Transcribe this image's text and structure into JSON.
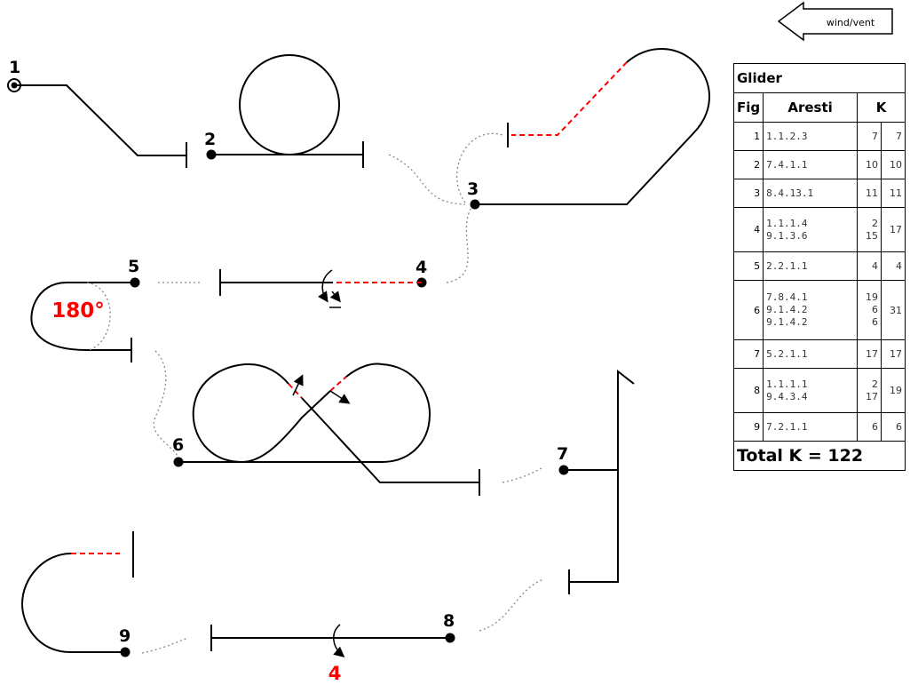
{
  "wind": {
    "label": "wind/vent"
  },
  "figure_numbers": [
    "1",
    "2",
    "3",
    "4",
    "5",
    "6",
    "7",
    "8",
    "9"
  ],
  "annotations": {
    "turn_180": "180°",
    "rolls_9": "4"
  },
  "table": {
    "title": "Glider",
    "headers": {
      "fig": "Fig",
      "aresti": "Aresti",
      "k": "K"
    },
    "rows": [
      {
        "fig": "1",
        "aresti": [
          "1.1.2.3"
        ],
        "k": [
          "7"
        ],
        "total": "7"
      },
      {
        "fig": "2",
        "aresti": [
          "7.4.1.1"
        ],
        "k": [
          "10"
        ],
        "total": "10"
      },
      {
        "fig": "3",
        "aresti": [
          "8.4.13.1"
        ],
        "k": [
          "11"
        ],
        "total": "11"
      },
      {
        "fig": "4",
        "aresti": [
          "1.1.1.4",
          "9.1.3.6"
        ],
        "k": [
          "2",
          "15"
        ],
        "total": "17"
      },
      {
        "fig": "5",
        "aresti": [
          "2.2.1.1"
        ],
        "k": [
          "4"
        ],
        "total": "4"
      },
      {
        "fig": "6",
        "aresti": [
          "7.8.4.1",
          "9.1.4.2",
          "9.1.4.2"
        ],
        "k": [
          "19",
          "6",
          "6"
        ],
        "total": "31"
      },
      {
        "fig": "7",
        "aresti": [
          "5.2.1.1"
        ],
        "k": [
          "17"
        ],
        "total": "17"
      },
      {
        "fig": "8",
        "aresti": [
          "1.1.1.1",
          "9.4.3.4"
        ],
        "k": [
          "2",
          "17"
        ],
        "total": "19"
      },
      {
        "fig": "9",
        "aresti": [
          "7.2.1.1"
        ],
        "k": [
          "6"
        ],
        "total": "6"
      }
    ],
    "total_label": "Total K = 122"
  },
  "colors": {
    "line": "#000000",
    "highlight": "#ff0000",
    "connector": "#888888"
  }
}
